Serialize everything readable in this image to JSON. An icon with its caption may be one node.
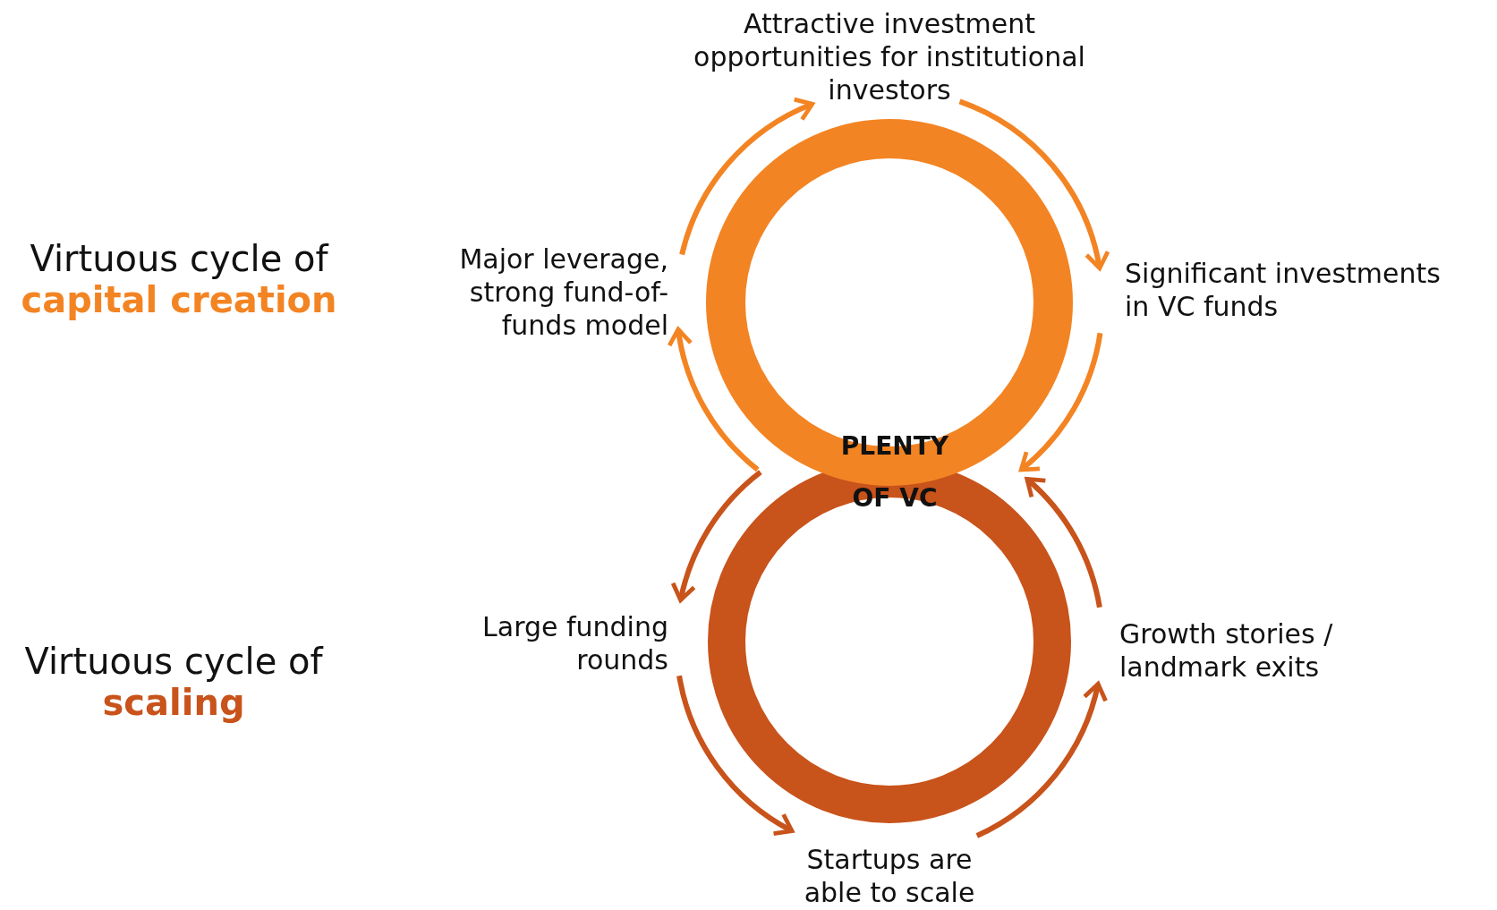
{
  "diagram": {
    "nodes": [
      {
        "text": [
          "Attractive investment opportunities for institutional investors"
        ]
      },
      {
        "text": [
          "Significant investments in VC funds"
        ]
      },
      {
        "text": [
          "PLENTY OF VC"
        ]
      },
      {
        "text": [
          "Major leverage, strong fund-of-funds model"
        ]
      },
      {
        "text": [
          "Large funding rounds"
        ]
      },
      {
        "text": [
          "Startups are able to scale"
        ]
      },
      {
        "text": [
          "Growth stories / landmark exits"
        ]
      }
    ],
    "edges": [
      {
        "from": 0,
        "to": 1,
        "arrow": "to"
      },
      {
        "from": 1,
        "to": 2,
        "arrow": "to"
      },
      {
        "from": 2,
        "to": 3,
        "arrow": "to"
      },
      {
        "from": 3,
        "to": 0,
        "arrow": "to"
      },
      {
        "from": 2,
        "to": 4,
        "arrow": "to",
        "color": "#c8531b"
      },
      {
        "from": 4,
        "to": 5,
        "arrow": "to",
        "color": "#c8531b"
      },
      {
        "from": 5,
        "to": 6,
        "arrow": "to",
        "color": "#c8531b"
      },
      {
        "from": 6,
        "to": 2,
        "arrow": "to",
        "color": "#c8531b"
      }
    ],
    "labels": [
      "Virtuous cycle of **capital creation**",
      "Virtuous cycle of **scaling**"
    ]
  }
}
